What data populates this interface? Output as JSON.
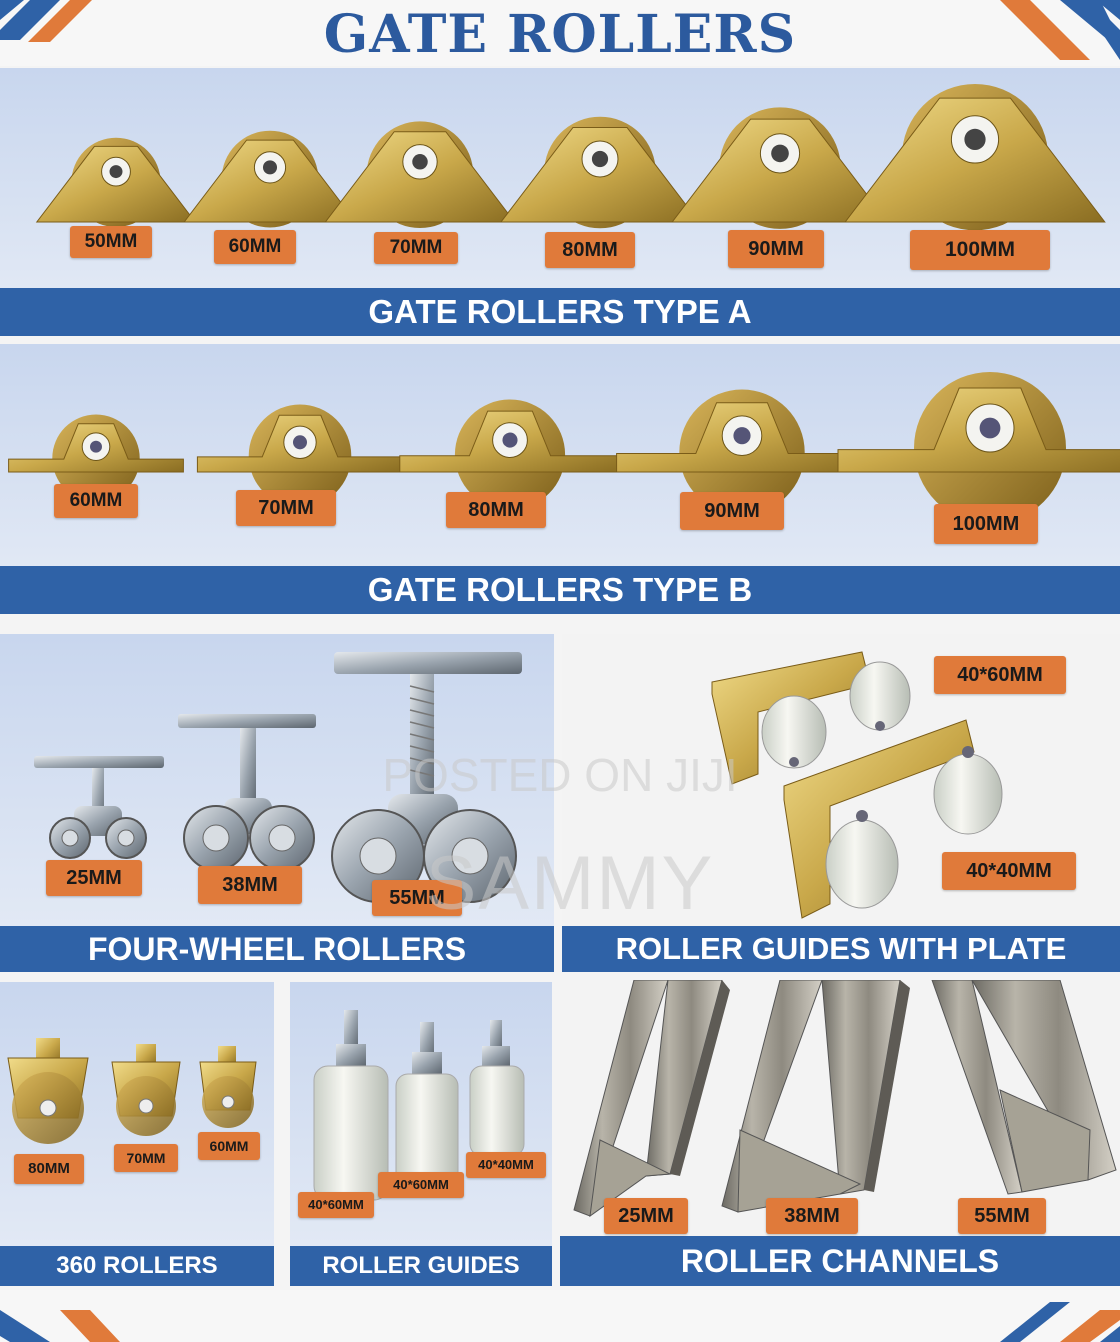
{
  "title": "GATE ROLLERS",
  "type_a": {
    "banner": "GATE ROLLERS TYPE A",
    "sizes": [
      "50MM",
      "60MM",
      "70MM",
      "80MM",
      "90MM",
      "100MM"
    ]
  },
  "type_b": {
    "banner": "GATE ROLLERS TYPE B",
    "sizes": [
      "60MM",
      "70MM",
      "80MM",
      "90MM",
      "100MM"
    ]
  },
  "four_wheel": {
    "banner": "FOUR-WHEEL ROLLERS",
    "sizes": [
      "25MM",
      "38MM",
      "55MM"
    ]
  },
  "guides_plate": {
    "banner": "ROLLER GUIDES WITH PLATE",
    "sizes": [
      "40*60MM",
      "40*40MM"
    ]
  },
  "rollers_360": {
    "banner": "360 ROLLERS",
    "sizes": [
      "80MM",
      "70MM",
      "60MM"
    ]
  },
  "roller_guides": {
    "banner": "ROLLER GUIDES",
    "sizes": [
      "40*60MM",
      "40*60MM",
      "40*40MM"
    ]
  },
  "channels": {
    "banner": "ROLLER CHANNELS",
    "sizes": [
      "25MM",
      "38MM",
      "55MM"
    ]
  },
  "watermark": {
    "line1": "POSTED ON JIJI",
    "line2": "SAMMY"
  },
  "colors": {
    "brand_blue": "#2f62a7",
    "tag_orange": "#e07a3a",
    "title_blue": "#2c5a9e",
    "brass": "#c9a84a"
  }
}
